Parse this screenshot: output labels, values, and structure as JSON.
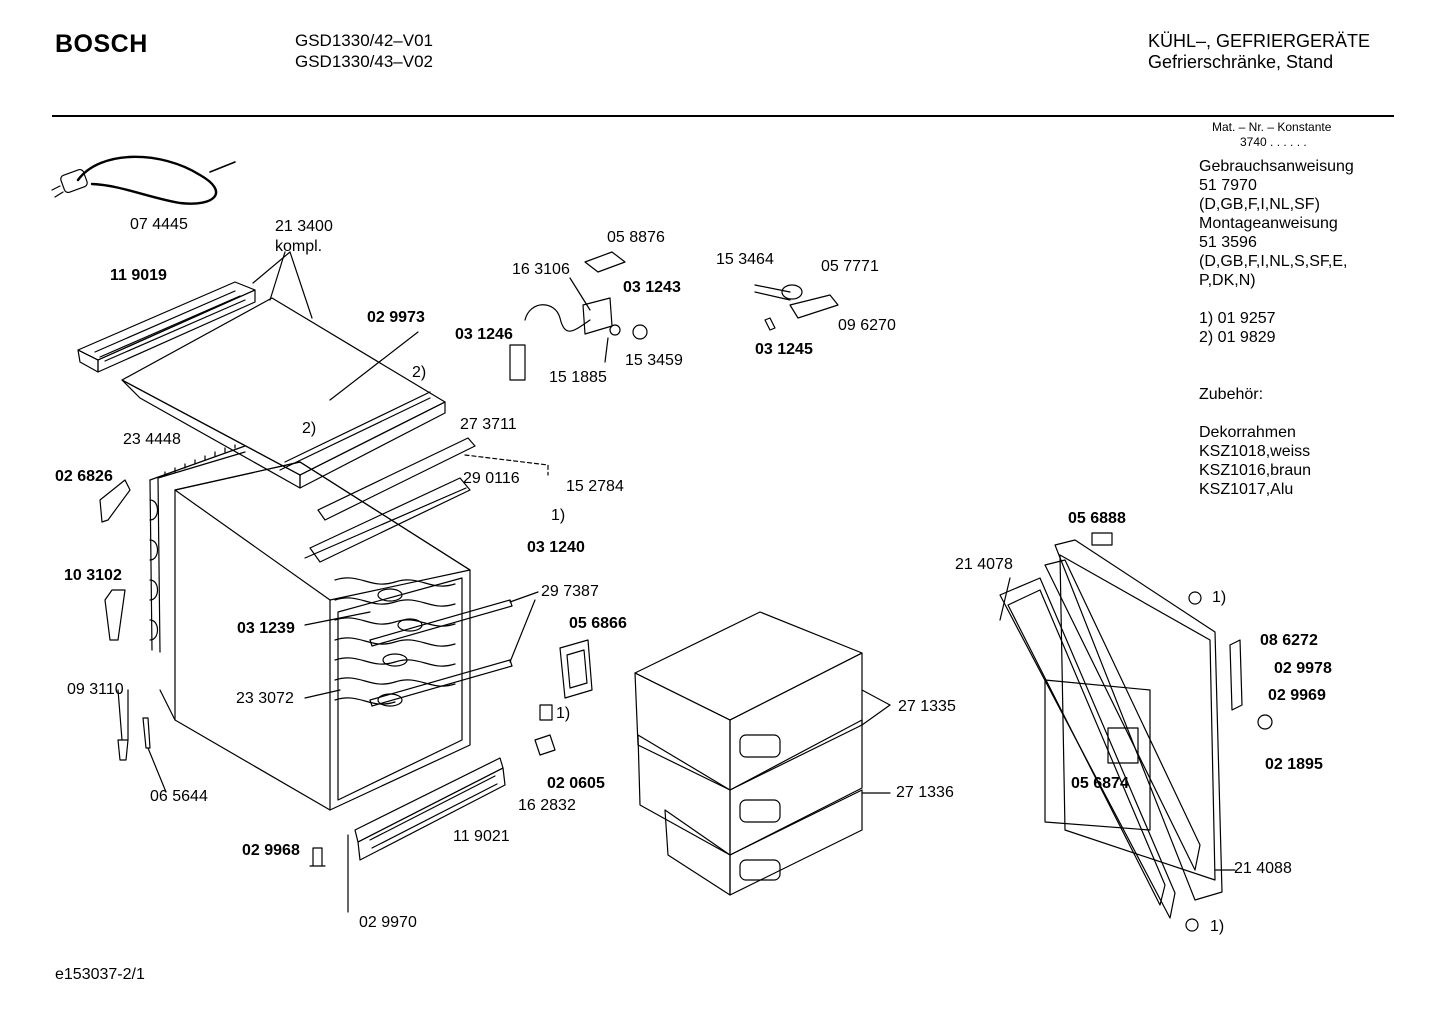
{
  "header": {
    "brand": "BOSCH",
    "models": [
      "GSD1330/42–V01",
      "GSD1330/43–V02"
    ],
    "category": [
      "KÜHL–, GEFRIERGERÄTE",
      "Gefrierschränke, Stand"
    ]
  },
  "sidebar": {
    "mat_label": "Mat. – Nr. – Konstante",
    "mat_value": "3740 . . . . . .",
    "lines": [
      "Gebrauchsanweisung",
      "51 7970",
      "(D,GB,F,I,NL,SF)",
      "Montageanweisung",
      "51 3596",
      "(D,GB,F,I,NL,S,SF,E,",
      "P,DK,N)",
      "",
      "1)  01 9257",
      "2)  01 9829",
      "",
      "",
      "Zubehör:",
      "",
      "Dekorrahmen",
      "KSZ1018,weiss",
      "KSZ1016,braun",
      "KSZ1017,Alu"
    ]
  },
  "parts": [
    {
      "text": "07 4445",
      "bold": false
    },
    {
      "text": "21 3400",
      "bold": false
    },
    {
      "text": "kompl.",
      "bold": false
    },
    {
      "text": "11 9019",
      "bold": true
    },
    {
      "text": "02 9973",
      "bold": true
    },
    {
      "text": "2)",
      "bold": false
    },
    {
      "text": "2)",
      "bold": false
    },
    {
      "text": "23 4448",
      "bold": false
    },
    {
      "text": "27 3711",
      "bold": false
    },
    {
      "text": "02 6826",
      "bold": true
    },
    {
      "text": "29 0116",
      "bold": false
    },
    {
      "text": "15 2784",
      "bold": false
    },
    {
      "text": "1)",
      "bold": false
    },
    {
      "text": "03 1240",
      "bold": true
    },
    {
      "text": "10 3102",
      "bold": true
    },
    {
      "text": "29 7387",
      "bold": false
    },
    {
      "text": "03 1239",
      "bold": true
    },
    {
      "text": "05 6866",
      "bold": true
    },
    {
      "text": "09 3110",
      "bold": false
    },
    {
      "text": "23 3072",
      "bold": false
    },
    {
      "text": "1)",
      "bold": false
    },
    {
      "text": "02 0605",
      "bold": true
    },
    {
      "text": "16 2832",
      "bold": false
    },
    {
      "text": "06 5644",
      "bold": false
    },
    {
      "text": "11 9021",
      "bold": false
    },
    {
      "text": "02 9968",
      "bold": true
    },
    {
      "text": "02 9970",
      "bold": false
    },
    {
      "text": "05 8876",
      "bold": false
    },
    {
      "text": "16 3106",
      "bold": false
    },
    {
      "text": "03 1243",
      "bold": true
    },
    {
      "text": "03 1246",
      "bold": true
    },
    {
      "text": "15 1885",
      "bold": false
    },
    {
      "text": "15 3459",
      "bold": false
    },
    {
      "text": "15 3464",
      "bold": false
    },
    {
      "text": "05 7771",
      "bold": false
    },
    {
      "text": "09 6270",
      "bold": false
    },
    {
      "text": "03 1245",
      "bold": true
    },
    {
      "text": "27 1335",
      "bold": false
    },
    {
      "text": "27 1336",
      "bold": false
    },
    {
      "text": "05 6888",
      "bold": true
    },
    {
      "text": "21 4078",
      "bold": false
    },
    {
      "text": "1)",
      "bold": false
    },
    {
      "text": "08 6272",
      "bold": true
    },
    {
      "text": "02 9978",
      "bold": true
    },
    {
      "text": "02 9969",
      "bold": true
    },
    {
      "text": "02 1895",
      "bold": true
    },
    {
      "text": "05 6874",
      "bold": true
    },
    {
      "text": "21 4088",
      "bold": false
    },
    {
      "text": "1)",
      "bold": false
    }
  ],
  "footer": {
    "code": "e153037-2/1"
  }
}
